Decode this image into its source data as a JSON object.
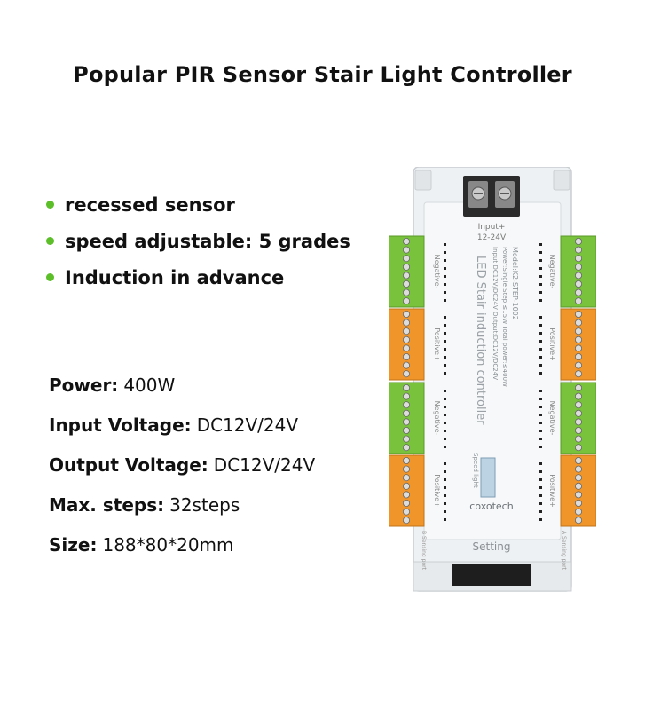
{
  "title": "Popular PIR Sensor Stair Light Controller",
  "features": [
    "recessed sensor",
    "speed adjustable: 5 grades",
    "Induction in advance"
  ],
  "specs": [
    {
      "label": "Power:",
      "value": "400W"
    },
    {
      "label": "Input Voltage:",
      "value": "DC12V/24V"
    },
    {
      "label": "Output Voltage:",
      "value": "DC12V/24V"
    },
    {
      "label": "Max. steps:",
      "value": "32steps"
    },
    {
      "label": "Size:",
      "value": "188*80*20mm"
    }
  ],
  "device": {
    "input_label": "Input+",
    "input_voltage": "12-24V",
    "model_text": "Model:K2-STEP-1002",
    "power_text": "Power:Single Step:≤15W Total power:≤400W",
    "io_text": "Input:DC12V/DC24V Output:DC12V/DC24V",
    "product_name": "LED Stair induction controller",
    "speed_label": "Speed light",
    "brand": "coxotech",
    "setting_label": "Setting",
    "sensing_left": "B Sensing port",
    "sensing_right": "A Sensing port",
    "negative_label": "Negative-",
    "positive_label": "Positive+",
    "colors": {
      "green_block": "#78c23c",
      "orange_block": "#f0952a",
      "case": "#eef1f3"
    }
  }
}
